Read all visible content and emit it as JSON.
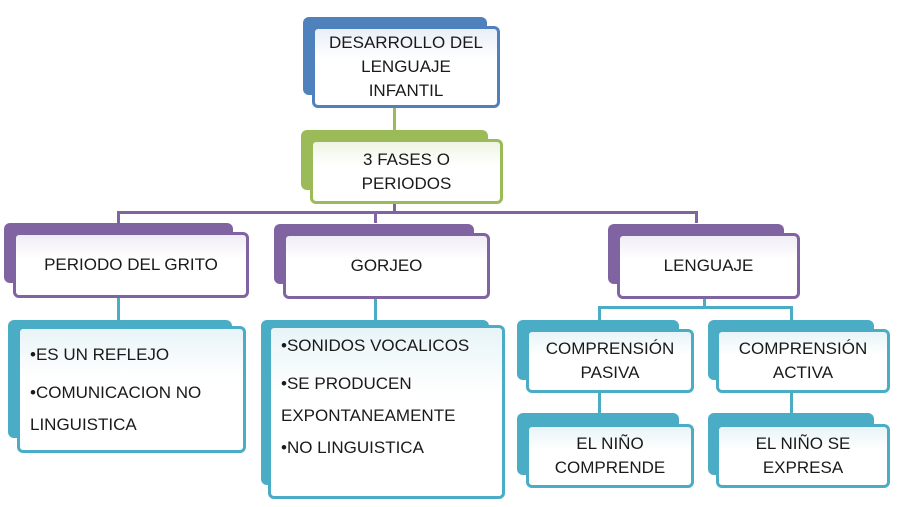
{
  "diagram": {
    "root": "DESARROLLO DEL LENGUAJE INFANTIL",
    "phases": "3 FASES O PERIODOS",
    "branch_grito": {
      "title": "PERIODO DEL GRITO",
      "items": [
        "•ES UN REFLEJO",
        "•COMUNICACION NO LINGUISTICA"
      ]
    },
    "branch_gorjeo": {
      "title": "GORJEO",
      "items": [
        "•SONIDOS VOCALICOS",
        "•SE PRODUCEN EXPONTANEAMENTE",
        "•NO LINGUISTICA"
      ]
    },
    "branch_lenguaje": {
      "title": "LENGUAJE",
      "pasiva": {
        "title": "COMPRENSIÓN PASIVA",
        "detail": "EL NIÑO COMPRENDE"
      },
      "activa": {
        "title": "COMPRENSIÓN ACTIVA",
        "detail": "EL NIÑO SE EXPRESA"
      }
    }
  },
  "colors": {
    "root": "#4f81bd",
    "phases": "#9bbb59",
    "branches": "#8064a2",
    "leaves": "#4bacc6"
  }
}
